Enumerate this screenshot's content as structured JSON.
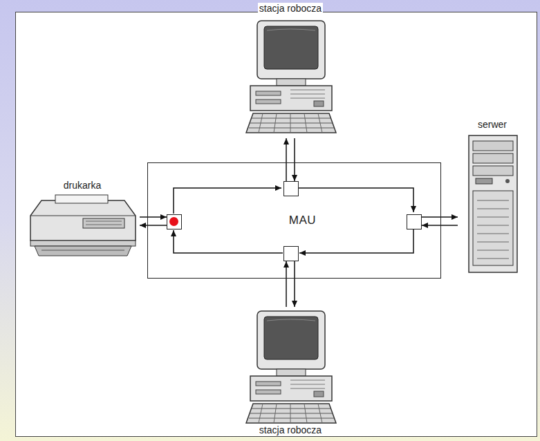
{
  "diagram": {
    "nodes": [
      {
        "text": [
          "stacja robocza"
        ]
      },
      {
        "text": [
          "drukarka"
        ]
      },
      {
        "text": [
          "MAU"
        ]
      },
      {
        "text": [
          "serwer"
        ]
      },
      {
        "text": [
          "stacja robocza"
        ]
      }
    ],
    "edges": [
      {
        "from": 2,
        "to": 0,
        "arrow": "to"
      },
      {
        "from": 0,
        "to": 2,
        "arrow": "to"
      },
      {
        "from": 1,
        "to": 2,
        "arrow": "to"
      },
      {
        "from": 2,
        "to": 1,
        "arrow": "to"
      },
      {
        "from": 2,
        "to": 3,
        "arrow": "to"
      },
      {
        "from": 3,
        "to": 2,
        "arrow": "to"
      },
      {
        "from": 4,
        "to": 2,
        "arrow": "to"
      },
      {
        "from": 2,
        "to": 4,
        "arrow": "to"
      }
    ]
  }
}
